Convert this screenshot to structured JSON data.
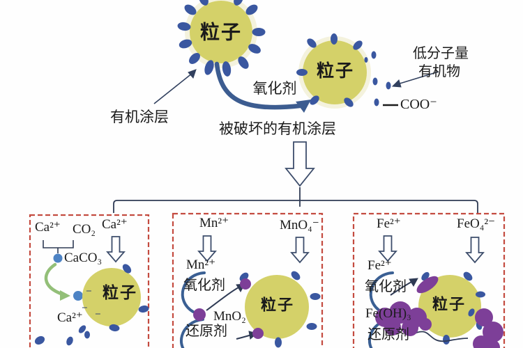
{
  "colors": {
    "particle_fill": "#d4d169",
    "particle_halo": "#edeac6",
    "coating_blue": "#3a57a0",
    "reaction_dot_blue": "#4d83c4",
    "arrow_dark_blue": "#3c5c90",
    "green_arrow": "#93bf78",
    "purple": "#7d3f98",
    "box_dash_red": "#c44b40",
    "line_dark": "#2e3a54",
    "text": "#1b1b1b"
  },
  "top": {
    "particle_label": "粒子",
    "oxidizer_label": "氧化剂",
    "organic_coating_label": "有机涂层",
    "destroyed_coating_label": "被破坏的有机涂层",
    "low_mw_line1": "低分子量",
    "low_mw_line2": "有机物",
    "coo_label": "COO⁻"
  },
  "boxes": {
    "calcium": {
      "ion_top_left": "Ca²⁺",
      "gas": "CO₂",
      "ion_incoming": "Ca²⁺",
      "product": "CaCO₃",
      "ion_bottom": "Ca²⁺",
      "particle_label": "粒子",
      "charge_minus": "−"
    },
    "manganese": {
      "ion_incoming": "Mn²⁺",
      "oxo_anion": "MnO₄⁻",
      "ion_inside": "Mn²⁺",
      "oxidizer_label": "氧化剂",
      "product": "MnO₂",
      "reducer_label": "还原剂",
      "particle_label": "粒子"
    },
    "iron": {
      "ion_incoming": "Fe²⁺",
      "oxo_anion": "FeO₄²⁻",
      "ion_inside": "Fe²⁺",
      "oxidizer_label": "氧化剂",
      "product": "Fe(OH)₃",
      "reducer_label": "还原剂",
      "particle_label": "粒子"
    }
  }
}
